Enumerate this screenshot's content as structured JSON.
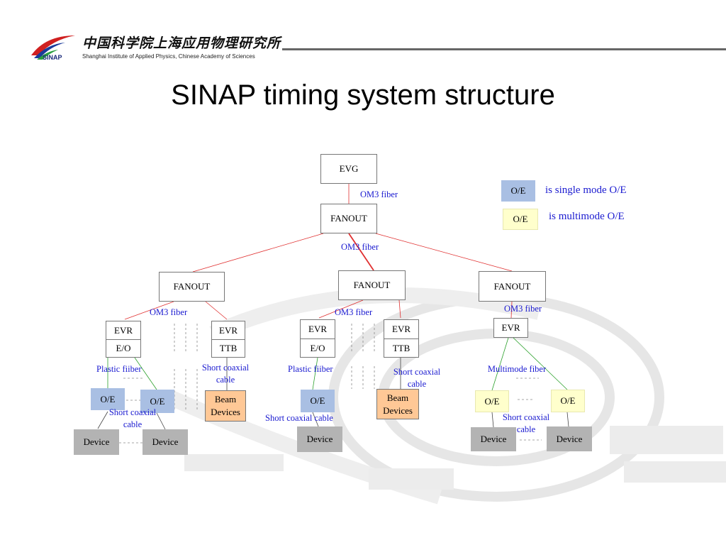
{
  "header": {
    "logo_text": "SINAP",
    "institute_cn": "中国科学院上海应用物理研究所",
    "institute_en": "Shanghai Institute of Applied Physics, Chinese Academy of Sciences"
  },
  "title": "SINAP timing system structure",
  "legend": {
    "single_box": "O/E",
    "single_text": "is single mode O/E",
    "multi_box": "O/E",
    "multi_text": "is multimode O/E"
  },
  "nodes": {
    "evg": "EVG",
    "fanout_main": "FANOUT",
    "fanout_left": "FANOUT",
    "fanout_center": "FANOUT",
    "fanout_right": "FANOUT",
    "evr": "EVR",
    "eo": "E/O",
    "ttb": "TTB",
    "oe": "O/E",
    "device": "Device",
    "beam_devices": "Beam Devices"
  },
  "labels": {
    "om3_fiber": "OM3 fiber",
    "plastic_fiber": "Plastic fiiber",
    "short_coaxial_cable": "Short coaxial cable",
    "multimode_fiber": "Multimode fiber"
  },
  "colors": {
    "single_mode": "#a9bfe3",
    "multimode": "#ffffcc",
    "beam": "#ffc896",
    "device": "#b3b3b3",
    "label_blue": "#1a1ad0",
    "om3_line": "#e03030",
    "plastic_line": "#2aa02a"
  }
}
